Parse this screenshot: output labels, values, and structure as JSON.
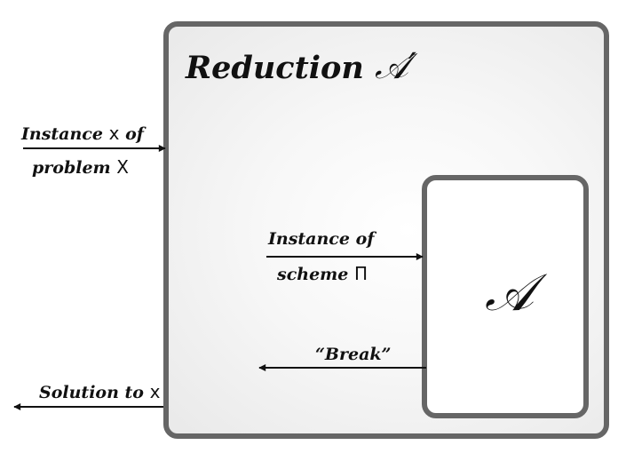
{
  "diagram": {
    "reduction_title": "Reduction",
    "reduction_symbol": "𝒜′",
    "adversary_symbol": "𝒜",
    "input_label_line1": "Instance",
    "input_label_var1": "x",
    "input_label_of": "of",
    "input_label_line2": "problem",
    "input_label_var2": "X",
    "inner_input_line1": "Instance of",
    "inner_input_line2": "scheme",
    "inner_input_var": "Π",
    "break_label": "“Break”",
    "output_label": "Solution to",
    "output_var": "x",
    "colors": {
      "border": "#666666",
      "arrow": "#111111",
      "text": "#111111"
    }
  }
}
